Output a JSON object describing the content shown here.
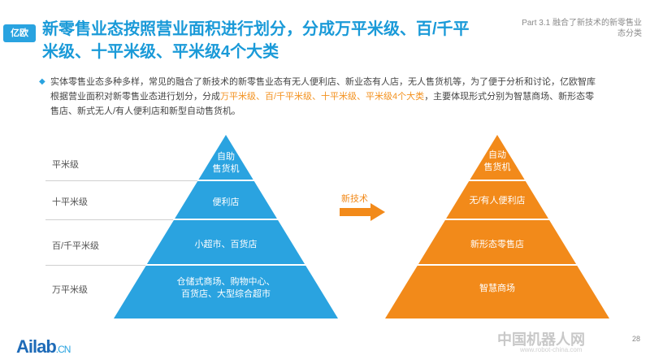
{
  "brand": {
    "logo_text": "亿欧",
    "footer_logo": "Ailab",
    "footer_suffix": ".CN"
  },
  "title": "新零售业态按照营业面积进行划分，分成万平米级、百/千平米级、十平米级、平米级4个大类",
  "part_label": "Part 3.1 融合了新技术的新零售业态分类",
  "bullet": {
    "text_a": "实体零售业态多种多样，常见的融合了新技术的新零售业态有无人便利店、新业态有人店，无人售货机等，为了便于分析和讨论，亿欧智库根据营业面积对新零售业态进行划分，分成",
    "highlight": "万平米级、百/千平米级、十平米级、平米级4个大类",
    "text_b": "，主要体现形式分别为智慧商场、新形态零售店、新式无人/有人便利店和新型自动售货机。"
  },
  "levels": [
    "平米级",
    "十平米级",
    "百/千平米级",
    "万平米级"
  ],
  "left_pyramid": [
    "自助售货机",
    "便利店",
    "小超市、百货店",
    "仓储式商场、购物中心、百货店、大型综合超市"
  ],
  "left_pyramid_lines": {
    "l0": [
      "自助",
      "售货机"
    ],
    "l3": [
      "仓储式商场、购物中心、",
      "百货店、大型综合超市"
    ]
  },
  "arrow_label": "新技术",
  "right_pyramid": [
    "自动售货机",
    "无/有人便利店",
    "新形态零售店",
    "智慧商场"
  ],
  "right_pyramid_lines": {
    "l0": [
      "自动",
      "售货机"
    ]
  },
  "colors": {
    "blue": "#2aa3e0",
    "orange": "#f28a1a",
    "title": "#1a9ad8"
  },
  "watermark": {
    "main": "中国机器人网",
    "sub": "www.robot-china.com"
  },
  "page_number": "28"
}
